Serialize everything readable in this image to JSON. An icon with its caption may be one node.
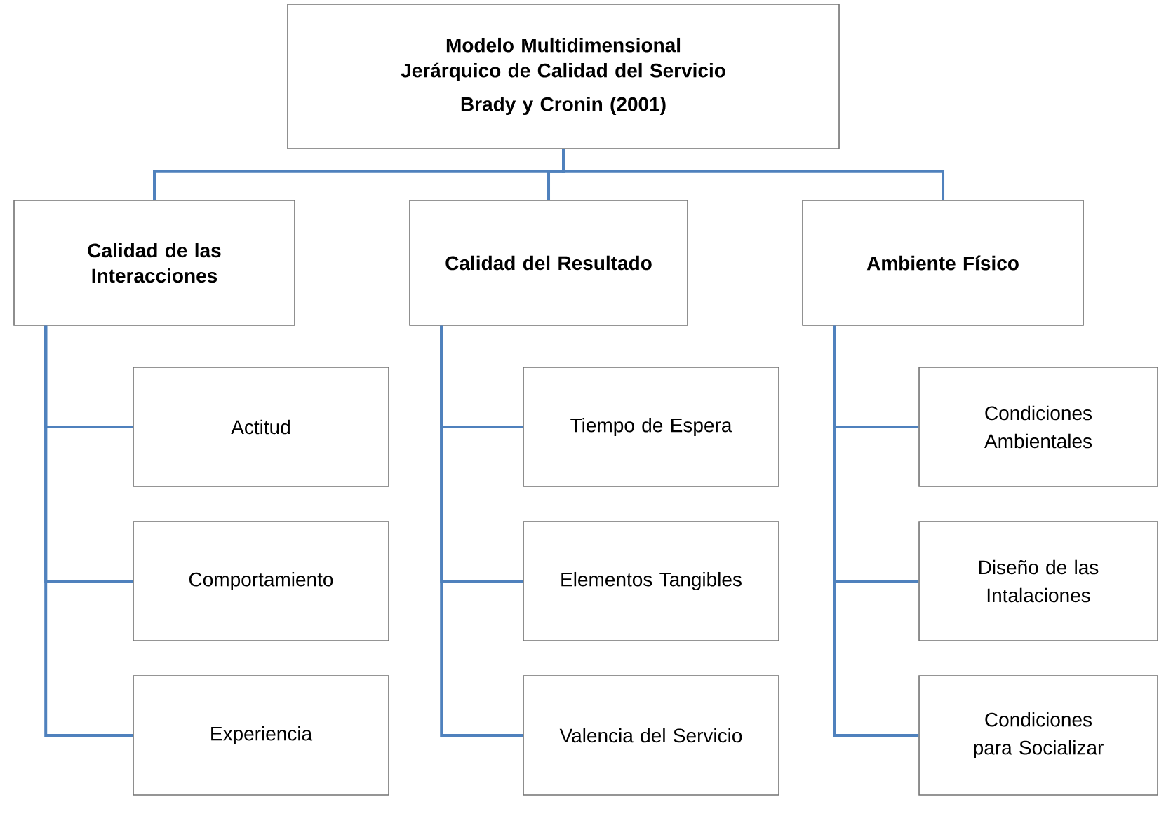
{
  "diagram": {
    "nodes": [
      {
        "text": [
          "Modelo Multidimensional Jerárquico de Calidad del Servicio",
          "Brady y Cronin (2001)"
        ]
      },
      {
        "text": [
          "Calidad de las Interacciones"
        ]
      },
      {
        "text": [
          "Calidad del Resultado"
        ]
      },
      {
        "text": [
          "Ambiente Físico"
        ]
      },
      {
        "text": [
          "Actitud"
        ]
      },
      {
        "text": [
          "Comportamiento"
        ]
      },
      {
        "text": [
          "Experiencia"
        ]
      },
      {
        "text": [
          "Tiempo de Espera"
        ]
      },
      {
        "text": [
          "Elementos Tangibles"
        ]
      },
      {
        "text": [
          "Valencia del Servicio"
        ]
      },
      {
        "text": [
          "Condiciones Ambientales"
        ]
      },
      {
        "text": [
          "Diseño de las Intalaciones"
        ]
      },
      {
        "text": [
          "Condiciones para Socializar"
        ]
      }
    ],
    "edges": [
      {
        "from": 0,
        "to": 1,
        "arrow": "none"
      },
      {
        "from": 0,
        "to": 2,
        "arrow": "none"
      },
      {
        "from": 0,
        "to": 3,
        "arrow": "none"
      },
      {
        "from": 1,
        "to": 4,
        "arrow": "none"
      },
      {
        "from": 1,
        "to": 5,
        "arrow": "none"
      },
      {
        "from": 1,
        "to": 6,
        "arrow": "none"
      },
      {
        "from": 2,
        "to": 7,
        "arrow": "none"
      },
      {
        "from": 2,
        "to": 8,
        "arrow": "none"
      },
      {
        "from": 2,
        "to": 9,
        "arrow": "none"
      },
      {
        "from": 3,
        "to": 10,
        "arrow": "none"
      },
      {
        "from": 3,
        "to": 11,
        "arrow": "none"
      },
      {
        "from": 3,
        "to": 12,
        "arrow": "none"
      }
    ]
  }
}
